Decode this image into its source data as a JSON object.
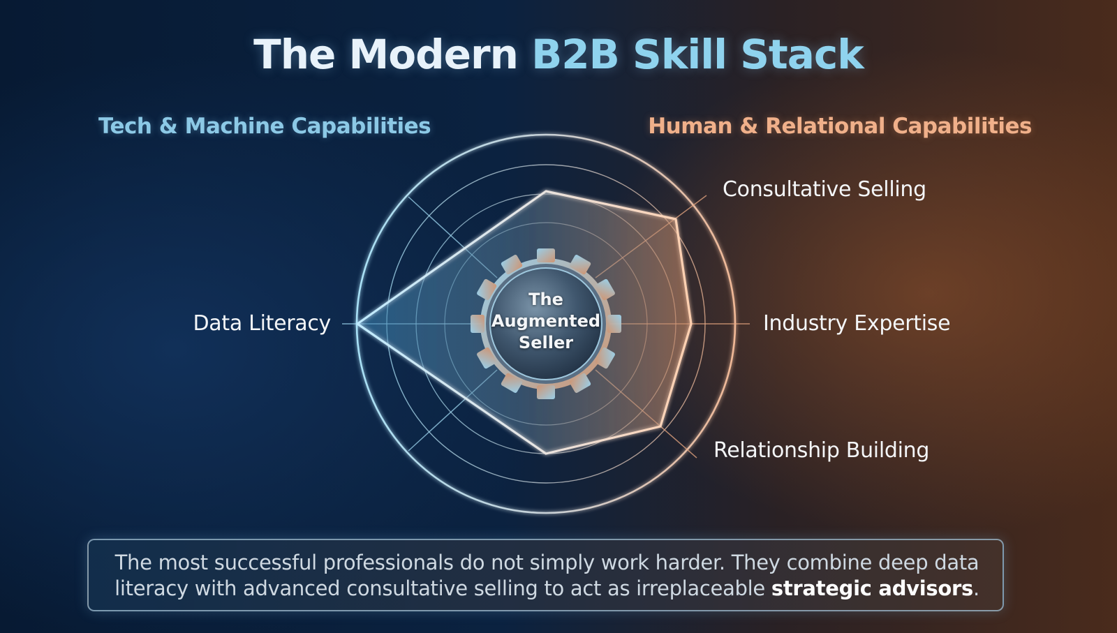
{
  "title": {
    "prefix": "The Modern",
    "accent": "B2B Skill Stack"
  },
  "groups": {
    "tech": "Tech & Machine Capabilities",
    "human": "Human & Relational Capabilities"
  },
  "axes": {
    "data_literacy": "Data Literacy",
    "consultative_selling": "Consultative Selling",
    "industry_expertise": "Industry Expertise",
    "relationship_building": "Relationship Building"
  },
  "hub": {
    "line1": "The",
    "line2": "Augmented",
    "line3": "Seller"
  },
  "summary": {
    "text": "The most successful professionals do not simply work harder. They combine deep data literacy with advanced consultative selling to act as irreplaceable",
    "emphasis": "strategic advisors",
    "end": "."
  },
  "colors": {
    "tech_accent": "#7fcdec",
    "human_accent": "#e9a27a",
    "background_left": "#071a33",
    "background_right": "#4a2b1c"
  }
}
